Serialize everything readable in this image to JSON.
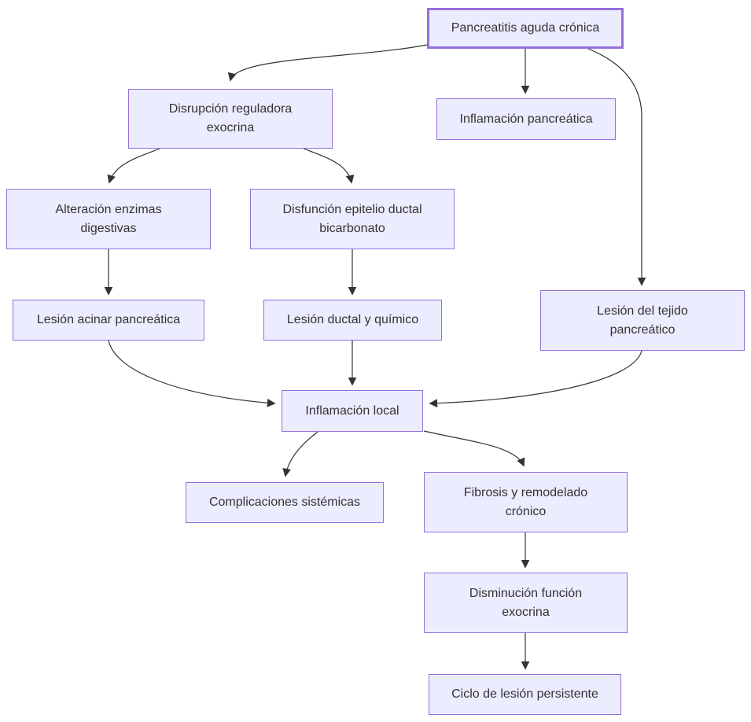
{
  "diagram": {
    "type": "flowchart",
    "language": "es",
    "colors": {
      "node_fill": "#ECECFF",
      "node_border": "#9370DB",
      "root_border": "#9370DB",
      "edge_stroke": "#333333",
      "text": "#333333",
      "background": "#ffffff"
    },
    "nodes": [
      {
        "id": "pancreatitis",
        "label": "Pancreatitis aguda crónica",
        "emphasis": "thick-border"
      },
      {
        "id": "disrupcion",
        "label": "Disrupción reguladora\nexocrina"
      },
      {
        "id": "inflamacion-pancreatica",
        "label": "Inflamación pancreática"
      },
      {
        "id": "alteracion",
        "label": "Alteración enzimas\ndigestivas"
      },
      {
        "id": "disfuncion",
        "label": "Disfunción epitelio ductal\nbicarbonato"
      },
      {
        "id": "lesion-acinar",
        "label": "Lesión acinar pancreática"
      },
      {
        "id": "lesion-ductal",
        "label": "Lesión ductal y químico"
      },
      {
        "id": "lesion-tejido",
        "label": "Lesión del tejido\npancreático"
      },
      {
        "id": "inflamacion-local",
        "label": "Inflamación local"
      },
      {
        "id": "complicaciones",
        "label": "Complicaciones sistémicas"
      },
      {
        "id": "fibrosis",
        "label": "Fibrosis y remodelado\ncrónico"
      },
      {
        "id": "disminucion",
        "label": "Disminución función\nexocrina"
      },
      {
        "id": "ciclo",
        "label": "Ciclo de lesión persistente"
      }
    ],
    "edges": [
      {
        "from": "pancreatitis",
        "to": "disrupcion"
      },
      {
        "from": "pancreatitis",
        "to": "inflamacion-pancreatica"
      },
      {
        "from": "pancreatitis",
        "to": "lesion-tejido"
      },
      {
        "from": "disrupcion",
        "to": "alteracion"
      },
      {
        "from": "disrupcion",
        "to": "disfuncion"
      },
      {
        "from": "alteracion",
        "to": "lesion-acinar"
      },
      {
        "from": "disfuncion",
        "to": "lesion-ductal"
      },
      {
        "from": "lesion-acinar",
        "to": "inflamacion-local"
      },
      {
        "from": "lesion-ductal",
        "to": "inflamacion-local"
      },
      {
        "from": "lesion-tejido",
        "to": "inflamacion-local"
      },
      {
        "from": "inflamacion-local",
        "to": "complicaciones"
      },
      {
        "from": "inflamacion-local",
        "to": "fibrosis"
      },
      {
        "from": "fibrosis",
        "to": "disminucion"
      },
      {
        "from": "disminucion",
        "to": "ciclo"
      }
    ]
  }
}
